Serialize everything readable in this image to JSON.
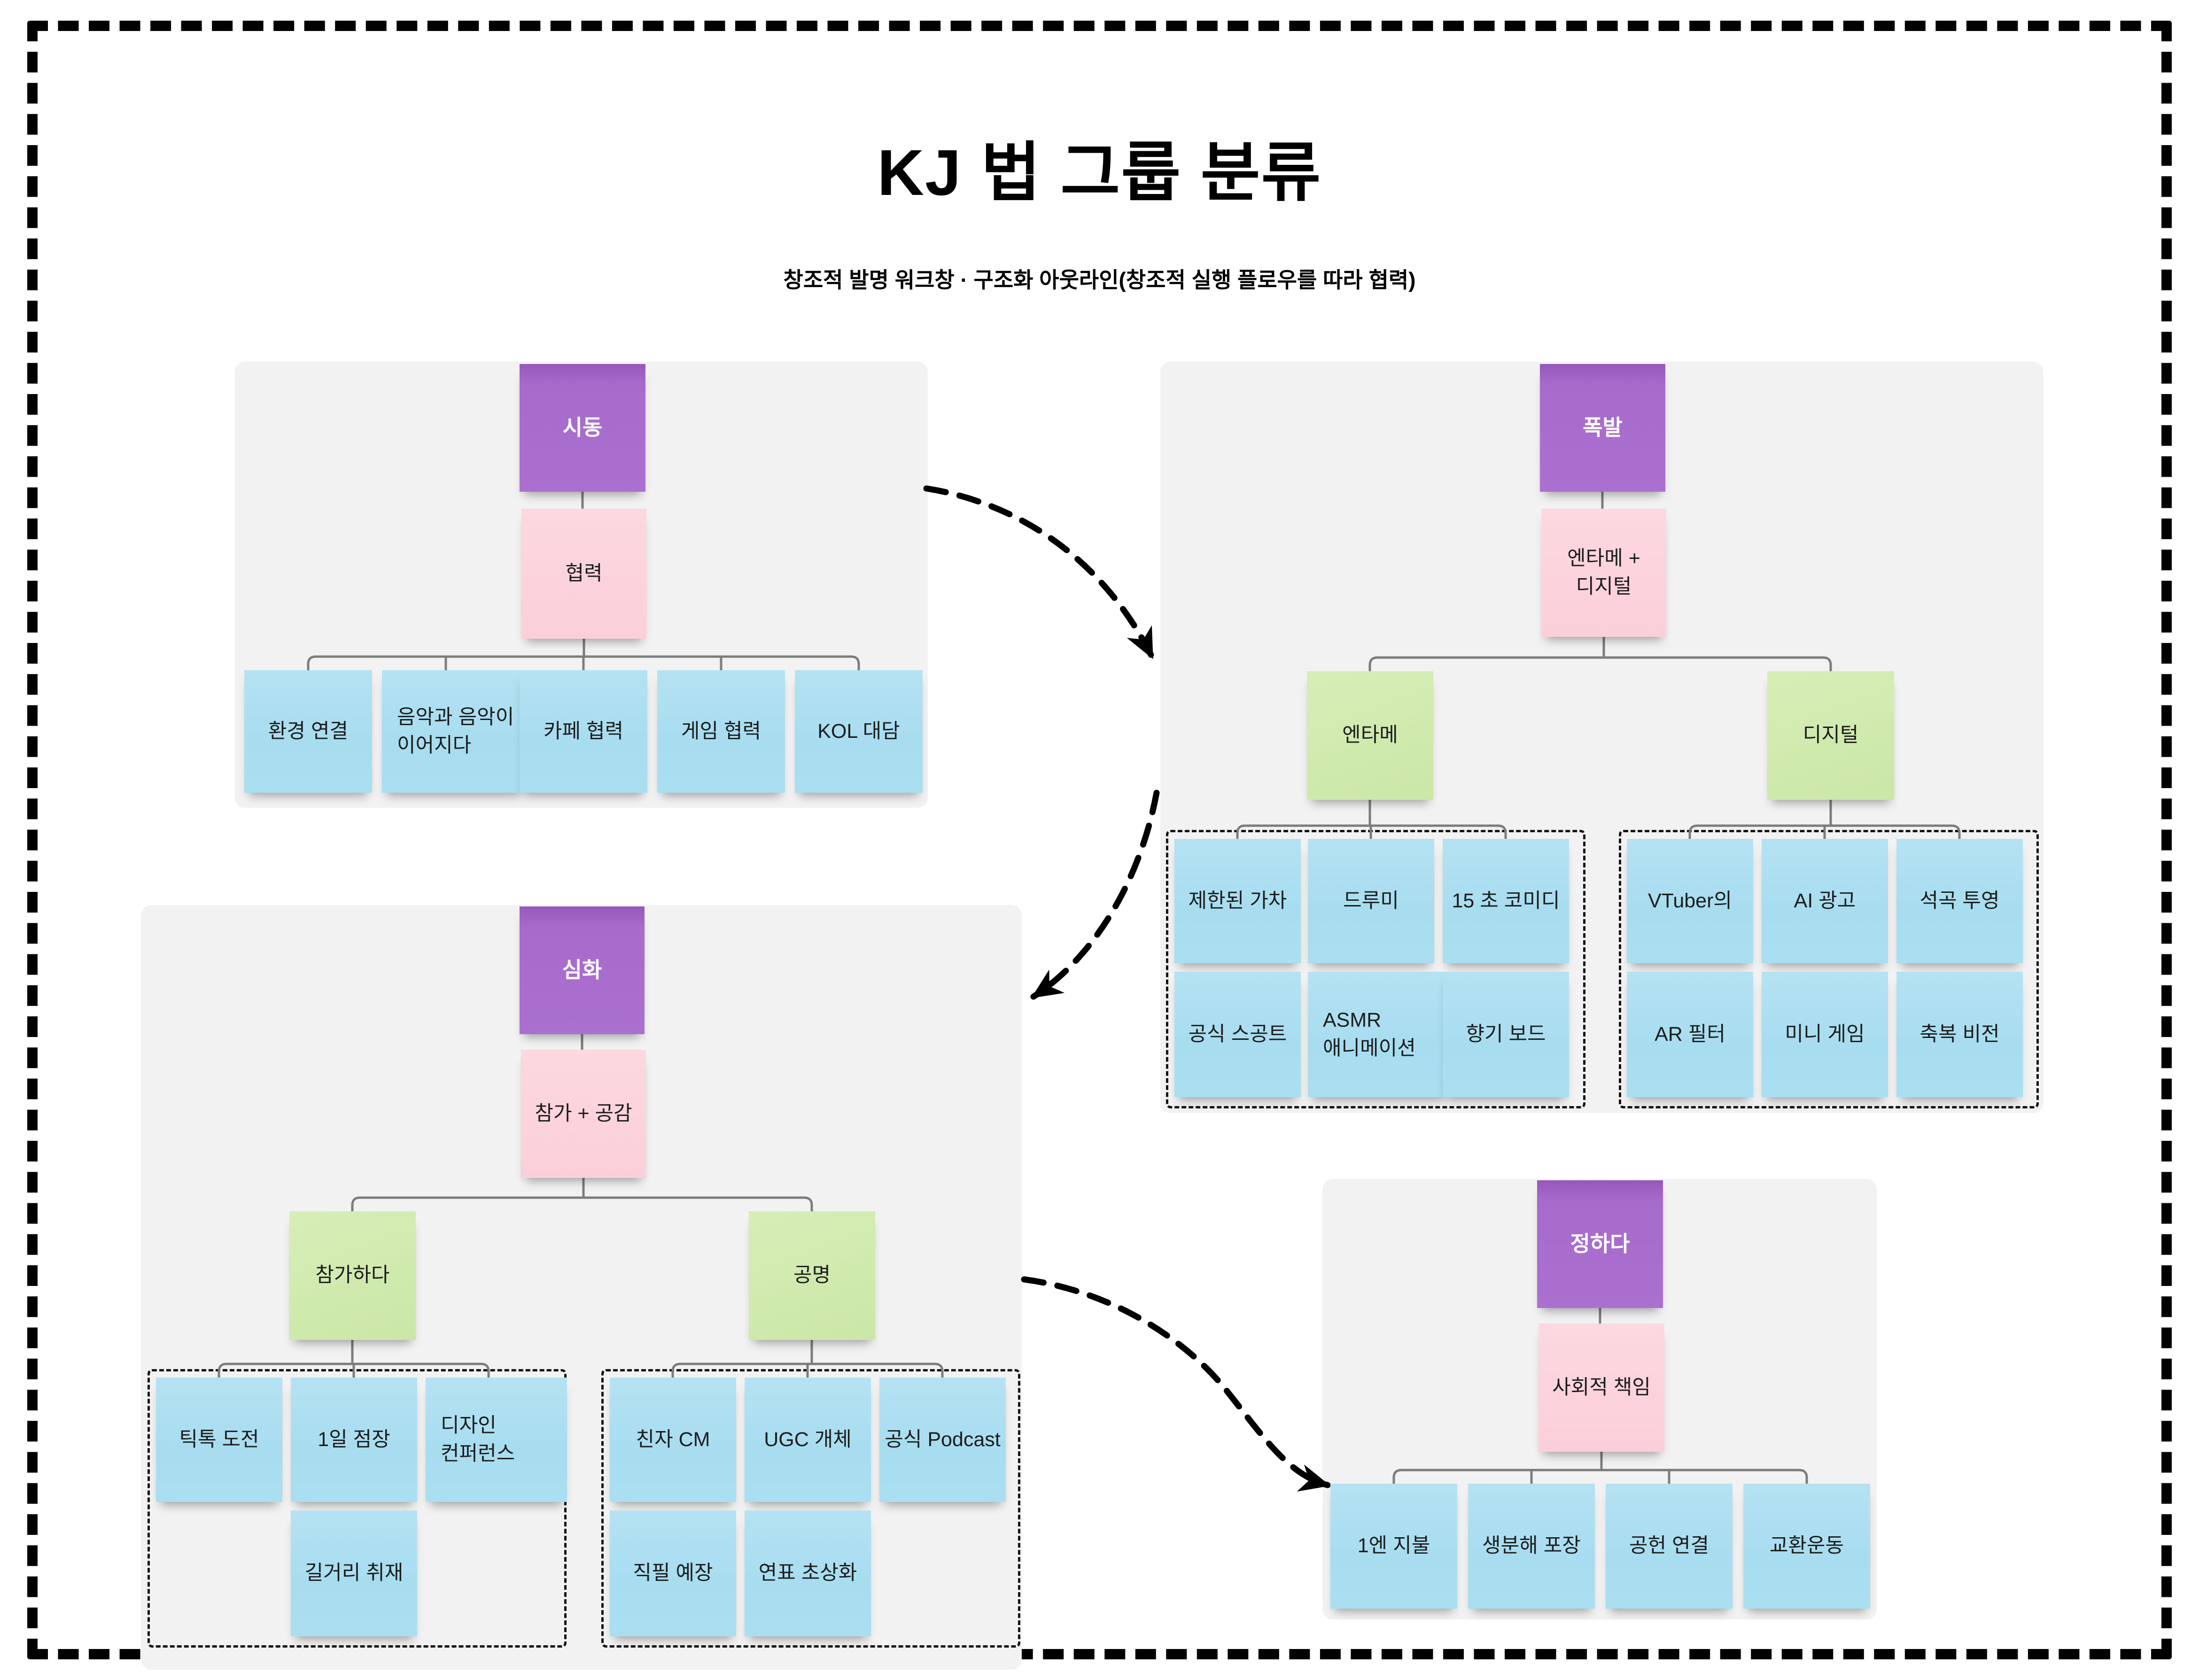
{
  "page": {
    "title": "KJ 법 그룹 분류",
    "subtitle": "창조적 발명 워크창 · 구조화 아웃라인(창조적 실행 플로우를 따라 협력)"
  },
  "colors": {
    "purple_note": "#a76bcb",
    "pink_note": "#fbcfd9",
    "green_note": "#cbe7a7",
    "blue_note": "#a8ddf0",
    "panel_bg": "#f2f2f2",
    "connector": "#7c7c7c",
    "arrow": "#000000"
  },
  "groups": [
    {
      "root": "시동",
      "theme": "협력",
      "children": [
        "환경 연결",
        "음악과 음악이\n이어지다",
        "카페 협력",
        "게임 협력",
        "KOL 대담"
      ]
    },
    {
      "root": "폭발",
      "theme": "엔타메 +\n디지털",
      "subgroups": [
        {
          "label": "엔타메",
          "items": [
            "제한된 가차",
            "드루미",
            "15 초 코미디",
            "공식 스공트",
            "ASMR\n애니메이션",
            "향기 보드"
          ]
        },
        {
          "label": "디지털",
          "items": [
            "VTuber의",
            "AI 광고",
            "석곡 투영",
            "AR 필터",
            "미니 게임",
            "축복 비전"
          ]
        }
      ]
    },
    {
      "root": "심화",
      "theme": "참가 + 공감",
      "subgroups": [
        {
          "label": "참가하다",
          "items": [
            "틱톡 도전",
            "1일 점장",
            "디자인\n컨퍼런스",
            "길거리 취재"
          ]
        },
        {
          "label": "공명",
          "items": [
            "친자 CM",
            "UGC 개체",
            "공식 Podcast",
            "직필 예장",
            "연표 초상화"
          ]
        }
      ]
    },
    {
      "root": "정하다",
      "theme": "사회적 책임",
      "children": [
        "1엔 지불",
        "생분해 포장",
        "공헌 연결",
        "교환운동"
      ]
    }
  ]
}
